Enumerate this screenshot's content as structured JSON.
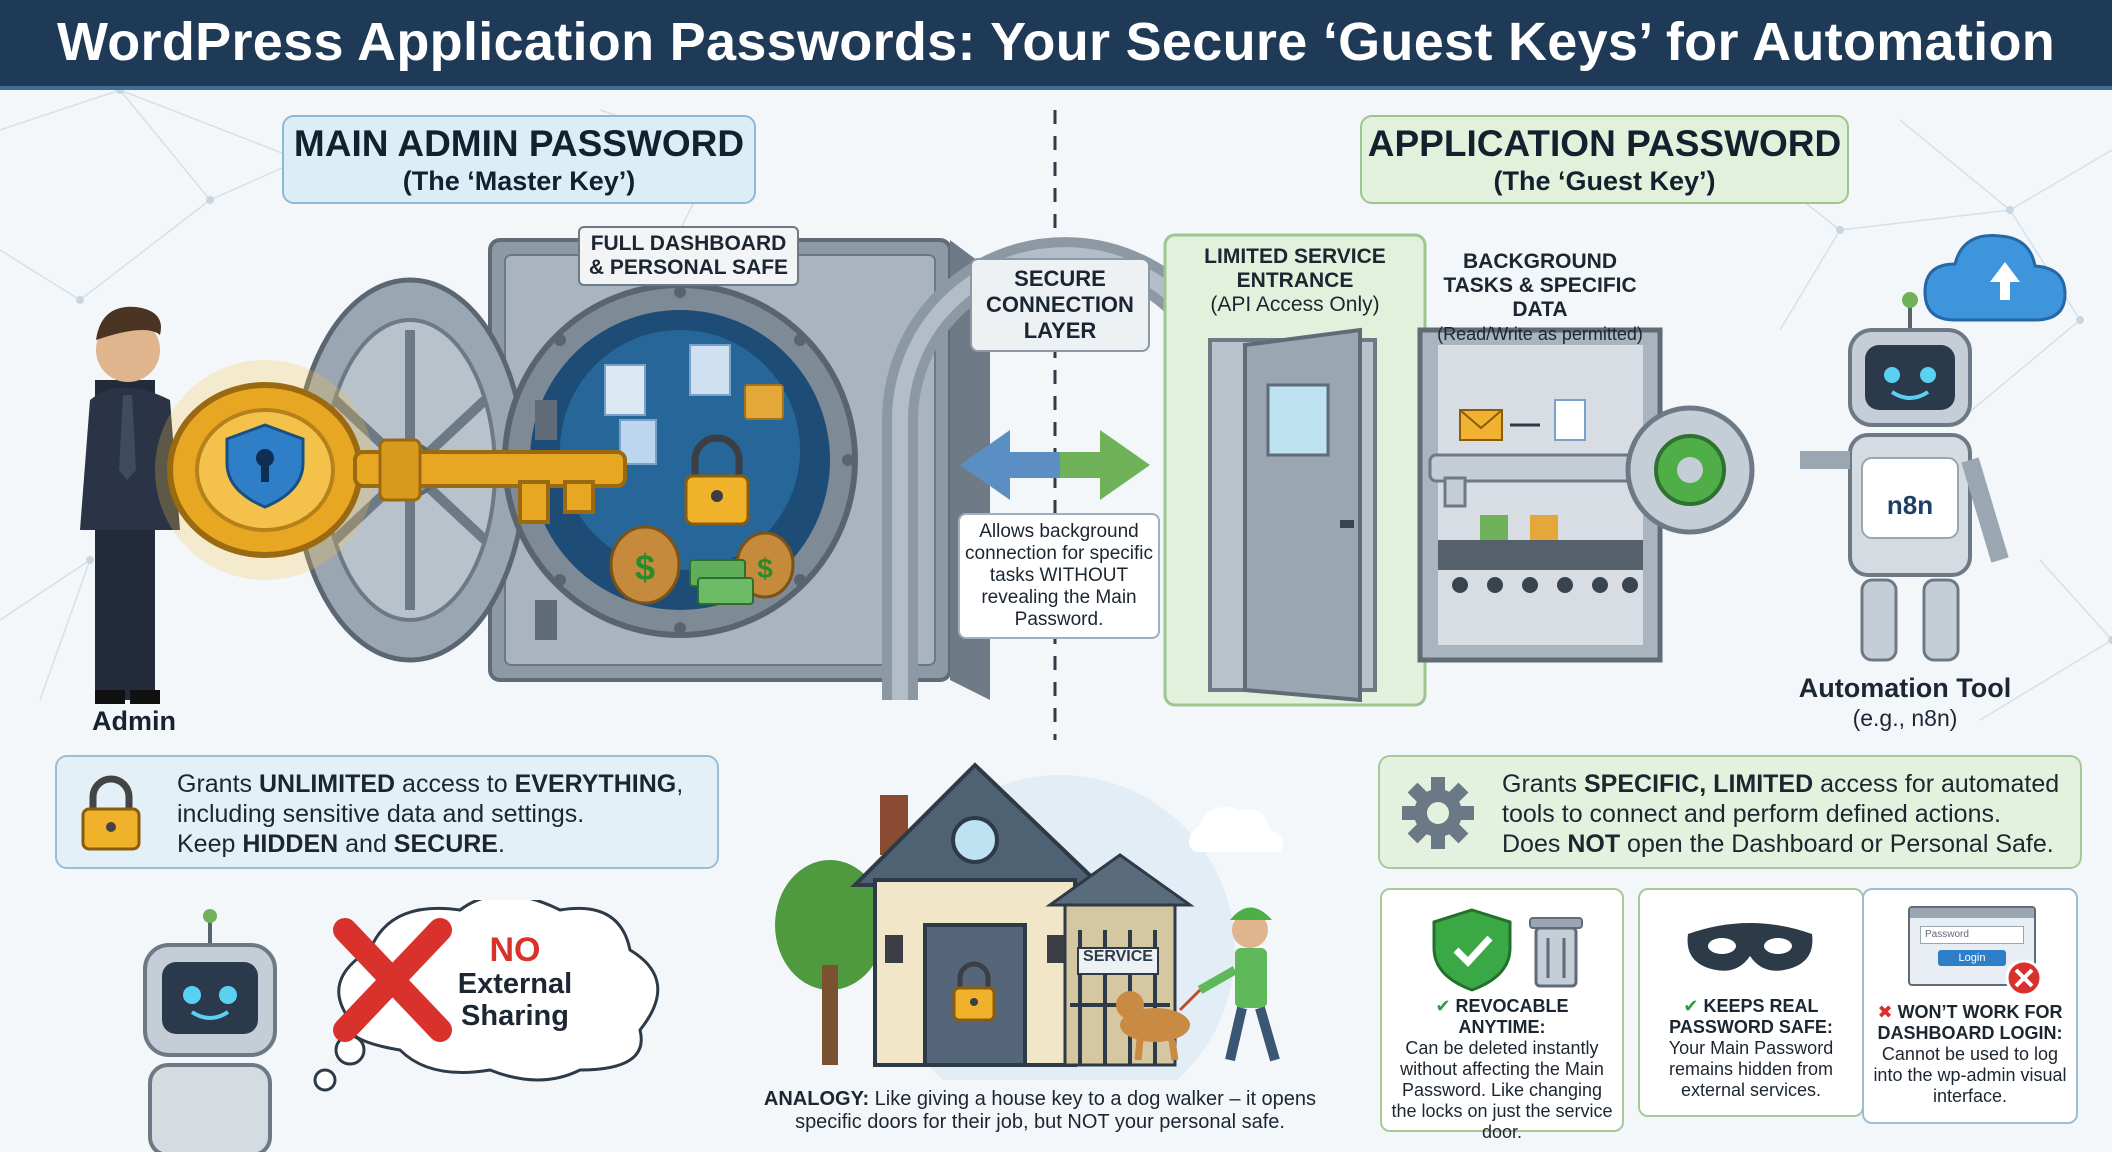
{
  "title": "WordPress Application Passwords: Your Secure ‘Guest Keys’ for Automation",
  "left_header": {
    "title": "MAIN ADMIN PASSWORD",
    "subtitle": "(The ‘Master Key’)"
  },
  "right_header": {
    "title": "APPLICATION PASSWORD",
    "subtitle": "(The ‘Guest Key’)"
  },
  "vault_label": "FULL DASHBOARD & PERSONAL SAFE",
  "connection_layer": "SECURE CONNECTION LAYER",
  "connection_note": "Allows background connection for specific tasks WITHOUT revealing the Main Password.",
  "service_entrance": {
    "title": "LIMITED SERVICE ENTRANCE",
    "subtitle": "(API Access Only)"
  },
  "background_tasks": {
    "title": "BACKGROUND TASKS & SPECIFIC DATA",
    "subtitle": "(Read/Write as permitted)"
  },
  "admin_label": "Admin",
  "automation_label": {
    "title": "Automation Tool",
    "subtitle": "(e.g., n8n)"
  },
  "robot_badge": "n8n",
  "left_panel": {
    "line1_a": "Grants ",
    "line1_b": "UNLIMITED",
    "line1_c": " access to ",
    "line1_d": "EVERYTHING",
    "line2": "including sensitive data and settings.",
    "line3_a": "Keep ",
    "line3_b": "HIDDEN",
    "line3_c": " and ",
    "line3_d": "SECURE"
  },
  "right_panel": {
    "line1_a": "Grants ",
    "line1_b": "SPECIFIC, LIMITED",
    "line1_c": " access for automated",
    "line2": "tools to connect and perform defined actions.",
    "line3_a": "Does ",
    "line3_b": "NOT",
    "line3_c": " open the Dashboard or Personal Safe."
  },
  "no_sharing": {
    "line1": "NO",
    "line2": "External",
    "line3": "Sharing"
  },
  "service_sign": "SERVICE",
  "analogy": {
    "label": "ANALOGY:",
    "line1": " Like giving a house key to a dog walker – it opens",
    "line2": "specific doors for their job, but NOT your personal safe."
  },
  "cards": [
    {
      "title": "REVOCABLE ANYTIME:",
      "text": "Can be deleted instantly without affecting the Main Password. Like changing the locks on just the service door."
    },
    {
      "title": "KEEPS REAL PASSWORD SAFE:",
      "text": "Your Main Password remains hidden from external services."
    },
    {
      "title": "WON’T WORK FOR DASHBOARD LOGIN:",
      "text": "Cannot be used to log into the wp-admin visual interface."
    }
  ],
  "login_mock": {
    "field": "Password",
    "button": "Login"
  },
  "colors": {
    "title_bg": "#1e3a57",
    "left_accent": "#dbeef8",
    "right_accent": "#e2f1dc",
    "gold": "#e8a722",
    "green": "#2e9e3e",
    "red": "#d9312b"
  }
}
